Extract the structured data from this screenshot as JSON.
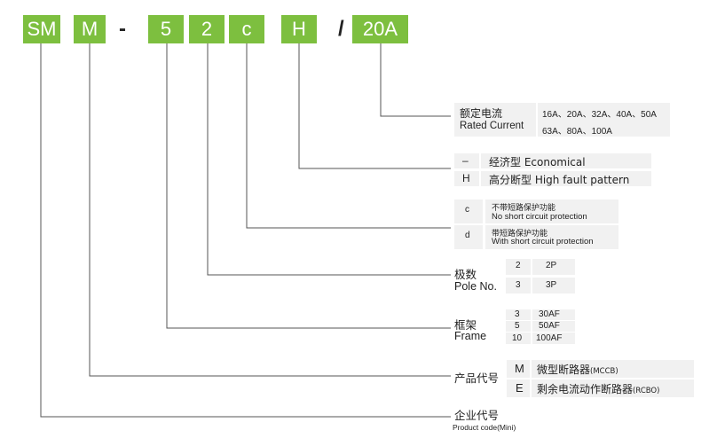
{
  "codes": {
    "c1": "SM",
    "c2": "M",
    "dash": "-",
    "c3": "5",
    "c4": "2",
    "c5": "c",
    "c6": "H",
    "slash": "/",
    "c7": "20A"
  },
  "rated_current": {
    "label_cn": "额定电流",
    "label_en": "Rated Current",
    "values_1": "16A、20A、32A、40A、50A",
    "values_2": "63A、80A、100A"
  },
  "breaking": {
    "rows": [
      {
        "key": "–",
        "text": "经济型 Economical"
      },
      {
        "key": "H",
        "text": "高分断型 High fault pattern"
      }
    ]
  },
  "protection": {
    "rows": [
      {
        "key": "c",
        "cn": "不带短路保护功能",
        "en": "No short circuit protection"
      },
      {
        "key": "d",
        "cn": "带短路保护功能",
        "en": "With short circuit protection"
      }
    ]
  },
  "poles": {
    "label_cn": "极数",
    "label_en": "Pole No.",
    "rows": [
      {
        "key": "2",
        "value": "2P"
      },
      {
        "key": "3",
        "value": "3P"
      }
    ]
  },
  "frame": {
    "label_cn": "框架",
    "label_en": "Frame",
    "rows": [
      {
        "key": "3",
        "value": "30AF"
      },
      {
        "key": "5",
        "value": "50AF"
      },
      {
        "key": "10",
        "value": "100AF"
      }
    ]
  },
  "product_code": {
    "label_cn": "产品代号",
    "rows": [
      {
        "key": "M",
        "text": "微型断路器",
        "abbr": "(MCCB)"
      },
      {
        "key": "E",
        "text": "剩余电流动作断路器",
        "abbr": "(RCBO)"
      }
    ]
  },
  "company_code": {
    "label_cn": "企业代号",
    "label_en": "Product code(Mini)"
  },
  "colors": {
    "accent": "#7dbf3f",
    "line": "#555555",
    "cell": "#f1f1f1"
  }
}
